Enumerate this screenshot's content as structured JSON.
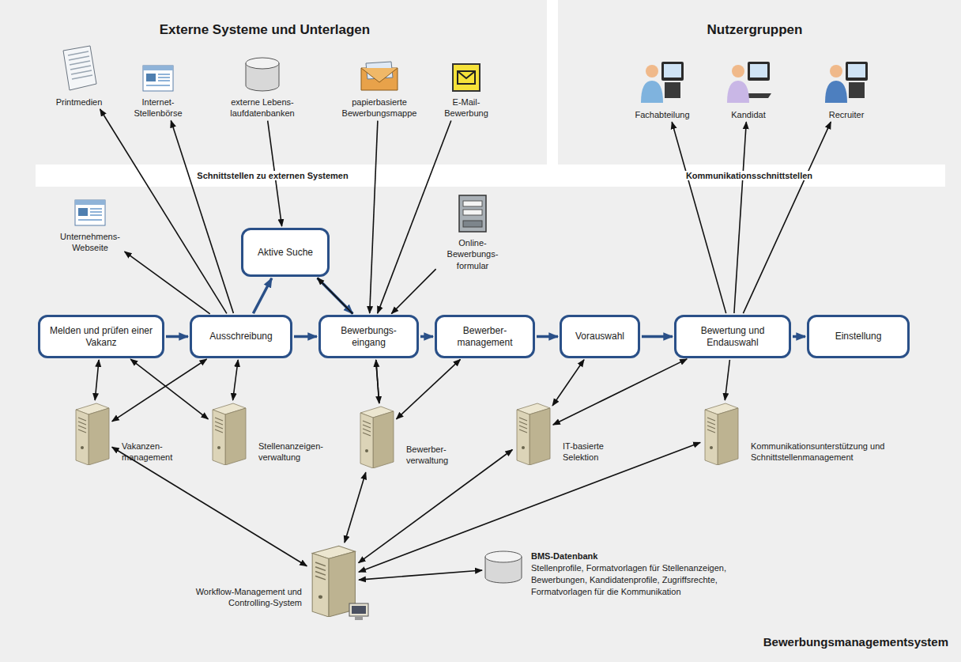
{
  "diagram": {
    "nodes": [
      {
        "text": [
          "Printmedien"
        ]
      },
      {
        "text": [
          "Internet- Stellenbörse"
        ]
      },
      {
        "text": [
          "externe Lebens- laufdatenbanken"
        ]
      },
      {
        "text": [
          "papierbasierte Bewerbungsmappe"
        ]
      },
      {
        "text": [
          "E-Mail- Bewerbung"
        ]
      },
      {
        "text": [
          "Fachabteilung"
        ]
      },
      {
        "text": [
          "Kandidat"
        ]
      },
      {
        "text": [
          "Recruiter"
        ]
      },
      {
        "text": [
          "Schnittstellen zu externen Systemen"
        ]
      },
      {
        "text": [
          "Kommunikationsschnittstellen"
        ]
      },
      {
        "text": [
          "Unternehmens- Webseite"
        ]
      },
      {
        "text": [
          "Aktive Suche"
        ]
      },
      {
        "text": [
          "Online- Bewerbungs- formular"
        ]
      },
      {
        "text": [
          "Melden und prüfen einer Vakanz"
        ]
      },
      {
        "text": [
          "Ausschreibung"
        ]
      },
      {
        "text": [
          "Bewerbungs- eingang"
        ]
      },
      {
        "text": [
          "Bewerber- management"
        ]
      },
      {
        "text": [
          "Vorauswahl"
        ]
      },
      {
        "text": [
          "Bewertung und Endauswahl"
        ]
      },
      {
        "text": [
          "Einstellung"
        ]
      },
      {
        "text": [
          "Vakanzen- management"
        ]
      },
      {
        "text": [
          "Stellenanzeigen- verwaltung"
        ]
      },
      {
        "text": [
          "Bewerber- verwaltung"
        ]
      },
      {
        "text": [
          "IT-basierte Selektion"
        ]
      },
      {
        "text": [
          "Kommunikationsunterstützung und Schnittstellenmanagement"
        ]
      },
      {
        "text": [
          "Workflow-Management und Controlling-System"
        ]
      },
      {
        "text": [
          "BMS-Datenbank",
          "Stellenprofile, Formatvorlagen für Stellenanzeigen, Bewerbungen, Kandidatenprofile, Zugriffsrechte, Formatvorlagen für die Kommunikation"
        ]
      }
    ],
    "edges": [
      {
        "from": 13,
        "to": 14,
        "arrow": "to"
      },
      {
        "from": 14,
        "to": 15,
        "arrow": "to"
      },
      {
        "from": 15,
        "to": 16,
        "arrow": "to"
      },
      {
        "from": 16,
        "to": 17,
        "arrow": "to"
      },
      {
        "from": 17,
        "to": 18,
        "arrow": "to"
      },
      {
        "from": 18,
        "to": 19,
        "arrow": "to"
      },
      {
        "from": 14,
        "to": 11,
        "arrow": "to"
      },
      {
        "from": 11,
        "to": 15,
        "arrow": "to"
      },
      {
        "from": 15,
        "to": 11,
        "arrow": "to"
      },
      {
        "from": 14,
        "to": 0,
        "arrow": "to"
      },
      {
        "from": 14,
        "to": 1,
        "arrow": "to"
      },
      {
        "from": 14,
        "to": 10,
        "arrow": "to"
      },
      {
        "from": 2,
        "to": 11,
        "arrow": "to"
      },
      {
        "from": 3,
        "to": 15,
        "arrow": "to"
      },
      {
        "from": 4,
        "to": 15,
        "arrow": "to"
      },
      {
        "from": 12,
        "to": 15,
        "arrow": "to"
      },
      {
        "from": 18,
        "to": 5,
        "arrow": "to"
      },
      {
        "from": 18,
        "to": 6,
        "arrow": "to"
      },
      {
        "from": 18,
        "to": 7,
        "arrow": "to"
      },
      {
        "from": 13,
        "to": 20,
        "arrow": "both"
      },
      {
        "from": 13,
        "to": 21,
        "arrow": "both"
      },
      {
        "from": 14,
        "to": 20,
        "arrow": "both"
      },
      {
        "from": 14,
        "to": 21,
        "arrow": "both"
      },
      {
        "from": 15,
        "to": 22,
        "arrow": "to"
      },
      {
        "from": 22,
        "to": 15,
        "arrow": "to"
      },
      {
        "from": 16,
        "to": 22,
        "arrow": "both"
      },
      {
        "from": 17,
        "to": 23,
        "arrow": "both"
      },
      {
        "from": 23,
        "to": 18,
        "arrow": "both"
      },
      {
        "from": 18,
        "to": 24,
        "arrow": "to"
      },
      {
        "from": 20,
        "to": 25,
        "arrow": "both"
      },
      {
        "from": 22,
        "to": 25,
        "arrow": "both"
      },
      {
        "from": 23,
        "to": 25,
        "arrow": "both"
      },
      {
        "from": 24,
        "to": 25,
        "arrow": "both"
      },
      {
        "from": 25,
        "to": 26,
        "arrow": "both"
      }
    ],
    "labels": [
      "Externe Systeme und Unterlagen",
      "Nutzergruppen",
      "Bewerbungsmanagementsystem"
    ]
  }
}
